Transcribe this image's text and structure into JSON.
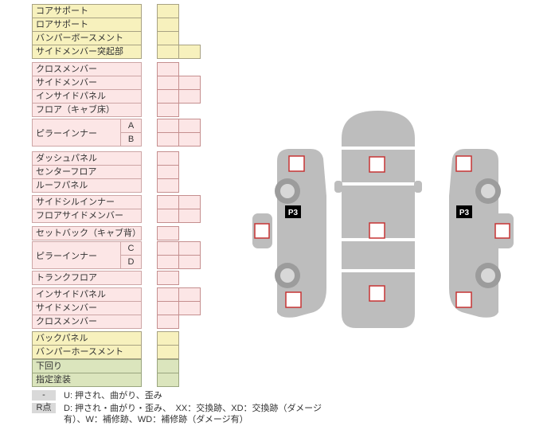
{
  "table": {
    "rows": [
      {
        "label": "コアサポート",
        "color": "yellow",
        "cells": 1
      },
      {
        "label": "ロアサポート",
        "color": "yellow",
        "cells": 1
      },
      {
        "label": "バンパーボースメント",
        "color": "yellow",
        "cells": 1
      },
      {
        "label": "サイドメンバー突起部",
        "color": "yellow",
        "cells": 2
      },
      {
        "label": "クロスメンバー",
        "color": "pink",
        "cells": 1
      },
      {
        "label": "サイドメンバー",
        "color": "pink",
        "cells": 2
      },
      {
        "label": "インサイドパネル",
        "color": "pink",
        "cells": 2
      },
      {
        "label": "フロア（キャブ床）",
        "color": "pink",
        "cells": 1
      },
      {
        "label": "ピラーインナー",
        "sub": "A",
        "color": "pink",
        "cells": 2
      },
      {
        "label": "ピラーインナー",
        "sub": "B",
        "color": "pink",
        "cells": 2
      },
      {
        "label": "ダッシュパネル",
        "color": "pink",
        "cells": 1
      },
      {
        "label": "センターフロア",
        "color": "pink",
        "cells": 1
      },
      {
        "label": "ルーフパネル",
        "color": "pink",
        "cells": 1
      },
      {
        "label": "サイドシルインナー",
        "color": "pink",
        "cells": 2
      },
      {
        "label": "フロアサイドメンバー",
        "color": "pink",
        "cells": 2
      },
      {
        "label": "セットバック（キャブ背）",
        "color": "pink",
        "cells": 1
      },
      {
        "label": "ピラーインナー",
        "sub": "C",
        "color": "pink",
        "cells": 2
      },
      {
        "label": "ピラーインナー",
        "sub": "D",
        "color": "pink",
        "cells": 2
      },
      {
        "label": "トランクフロア",
        "color": "pink",
        "cells": 1
      },
      {
        "label": "インサイドパネル",
        "color": "pink",
        "cells": 2
      },
      {
        "label": "サイドメンバー",
        "color": "pink",
        "cells": 2
      },
      {
        "label": "クロスメンバー",
        "color": "pink",
        "cells": 1
      },
      {
        "label": "バックパネル",
        "color": "yellow",
        "cells": 1
      },
      {
        "label": "バンパーホースメント",
        "color": "yellow",
        "cells": 1
      },
      {
        "label": "下回り",
        "color": "green",
        "cells": 1
      },
      {
        "label": "指定塗装",
        "color": "green",
        "cells": 1
      }
    ]
  },
  "diagram": {
    "p3_label": "P3"
  },
  "legend": {
    "rows": [
      {
        "key": "-",
        "text": "U: 押され、曲がり、歪み"
      },
      {
        "key": "R点",
        "text": "D: 押され・曲がり・歪み、　XX：交換跡、XD：交換跡（ダメージ有）、W：補修跡、WD：補修跡（ダメージ有）"
      }
    ]
  },
  "colors": {
    "yellow": "#f7f1bd",
    "pink": "#fce6e6",
    "green": "#dbe5bd",
    "marker_border": "#c63434",
    "car_gray": "#bdbdbd"
  }
}
